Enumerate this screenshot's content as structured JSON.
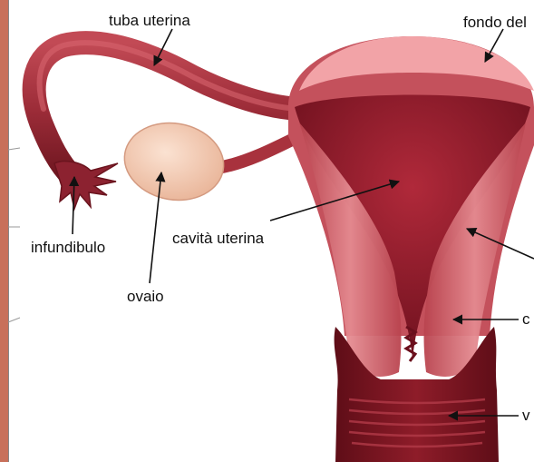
{
  "labels": {
    "tuba": "tuba uterina",
    "fondo": "fondo del",
    "infundibulo": "infundibulo",
    "ovaio": "ovaio",
    "cavita": "cavità uterina",
    "cervice": "c",
    "vagina": "v"
  },
  "colors": {
    "tissue_dark": "#7a1722",
    "tissue_mid": "#b33a45",
    "tissue_light": "#e4838a",
    "fundus_pink": "#f2a3a7",
    "ovary": "#f3c9b0",
    "panel_left": "#c8705a"
  }
}
